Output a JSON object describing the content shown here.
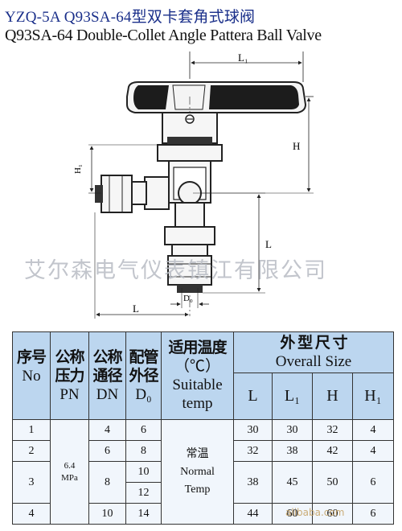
{
  "title": {
    "chinese": "YZQ-5A Q93SA-64型双卡套角式球阀",
    "english": "Q93SA-64 Double-Collet Angle Pattera Ball Valve"
  },
  "drawing_labels": {
    "l1": "L₁",
    "h": "H",
    "h1": "H₁",
    "l_vertical": "L",
    "l_horizontal": "L",
    "d0": "D₀"
  },
  "watermark": "艾尔森电气仪表镇江有限公司",
  "footer_watermark": "alibaba.com",
  "table": {
    "headers": {
      "no_cn": "序号",
      "no_en": "No",
      "pn_cn1": "公称",
      "pn_cn2": "压力",
      "pn_en": "PN",
      "dn_cn1": "公称",
      "dn_cn2": "通径",
      "dn_en": "DN",
      "d0_cn1": "配管",
      "d0_cn2": "外径",
      "d0_en": "D₀",
      "temp_cn": "适用温度",
      "temp_unit": "（℃）",
      "temp_en1": "Suitable",
      "temp_en2": "temp",
      "size_cn": "外 型 尺 寸",
      "size_en": "Overall Size",
      "l": "L",
      "l1": "L₁",
      "h": "H",
      "h1": "H₁"
    },
    "pn_value": "6.4",
    "pn_unit": "MPa",
    "temp_value_cn": "常温",
    "temp_value_en1": "Normal",
    "temp_value_en2": "Temp",
    "rows": [
      {
        "no": "1",
        "dn": "4",
        "d0": "6",
        "l": "30",
        "l1": "30",
        "h": "32",
        "h1": "4"
      },
      {
        "no": "2",
        "dn": "6",
        "d0": "8",
        "l": "32",
        "l1": "38",
        "h": "42",
        "h1": "4"
      },
      {
        "no": "3",
        "dn": "8",
        "d0_a": "10",
        "d0_b": "12",
        "l": "38",
        "l1": "45",
        "h": "50",
        "h1": "6"
      },
      {
        "no": "4",
        "dn": "10",
        "d0": "14",
        "l": "44",
        "l1": "60",
        "h": "60",
        "h1": "6"
      }
    ]
  }
}
